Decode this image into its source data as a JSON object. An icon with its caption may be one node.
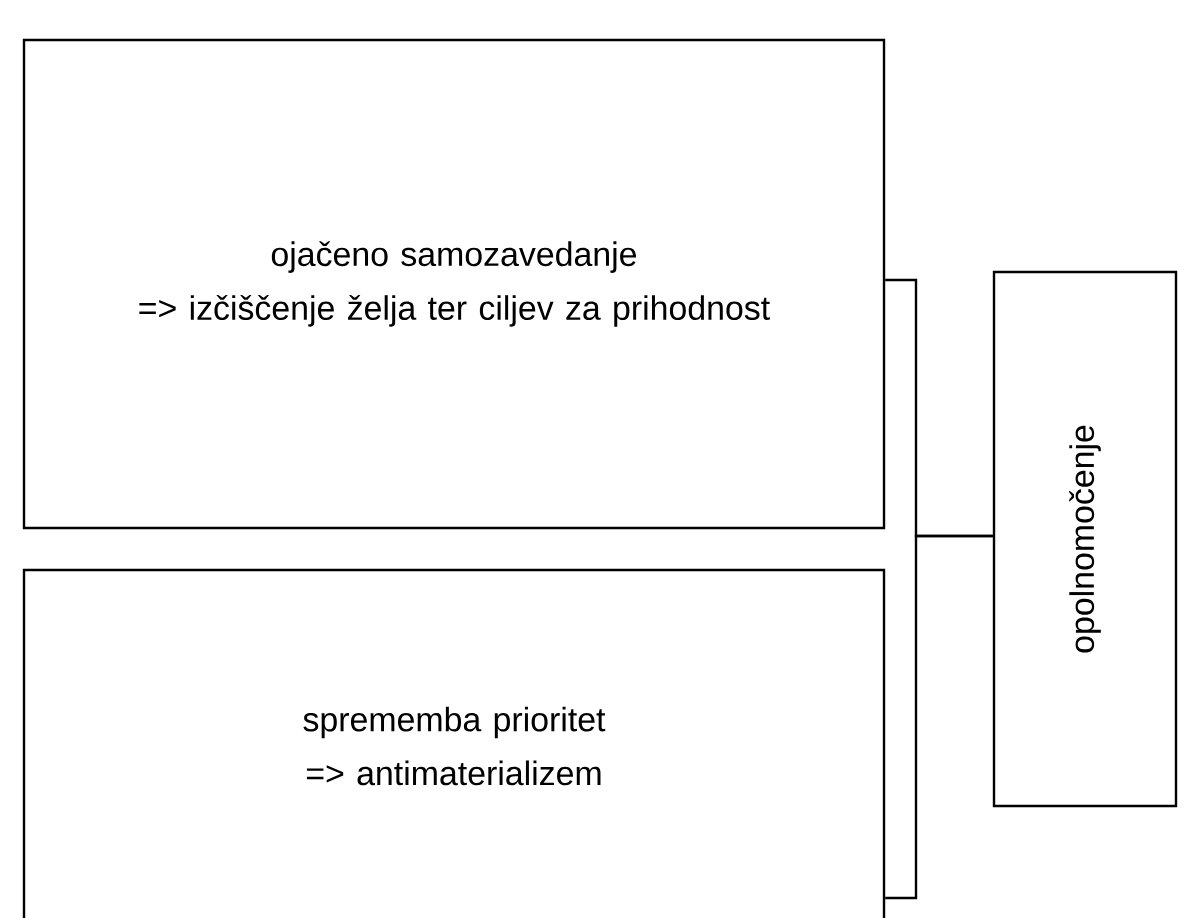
{
  "diagram": {
    "nodes": [
      {
        "text": [
          "ojačeno samozavedanje",
          "=> izčiščenje želja ter ciljev za prihodnost"
        ]
      },
      {
        "text": [
          "sprememba prioritet",
          "=> antimaterializem"
        ]
      },
      {
        "text": [
          "opolnomočenje"
        ]
      }
    ],
    "edges": [
      {
        "from": 0,
        "to": 2,
        "arrow": "none"
      },
      {
        "from": 1,
        "to": 2,
        "arrow": "none"
      }
    ]
  }
}
